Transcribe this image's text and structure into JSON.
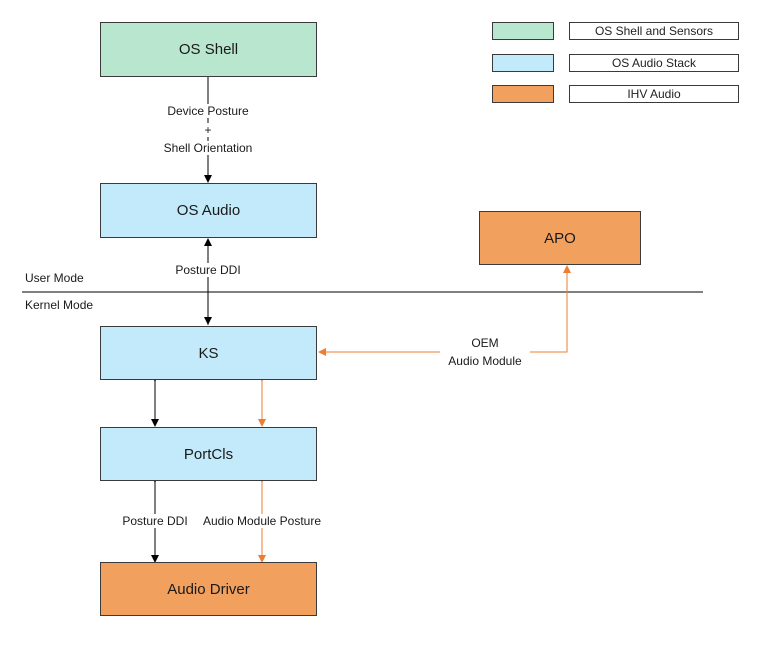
{
  "colors": {
    "shell": "#b9e6ce",
    "audio_stack": "#c3eafa",
    "ihv": "#f2a05e",
    "black_arrow": "#000000",
    "orange_arrow": "#ed7d31"
  },
  "legend": [
    {
      "label": "OS Shell and Sensors",
      "color": "#b9e6ce"
    },
    {
      "label": "OS Audio Stack",
      "color": "#c3eafa"
    },
    {
      "label": "IHV Audio",
      "color": "#f2a05e"
    }
  ],
  "boxes": {
    "os_shell": "OS Shell",
    "os_audio": "OS Audio",
    "apo": "APO",
    "ks": "KS",
    "portcls": "PortCls",
    "audio_driver": "Audio Driver"
  },
  "labels": {
    "device_posture": "Device Posture",
    "plus": "+",
    "shell_orientation": "Shell Orientation",
    "posture_ddi_top": "Posture DDI",
    "user_mode": "User Mode",
    "kernel_mode": "Kernel Mode",
    "oem_line1": "OEM",
    "oem_line2": "Audio Module",
    "posture_ddi_bottom": "Posture DDI",
    "audio_module_posture": "Audio Module Posture"
  }
}
